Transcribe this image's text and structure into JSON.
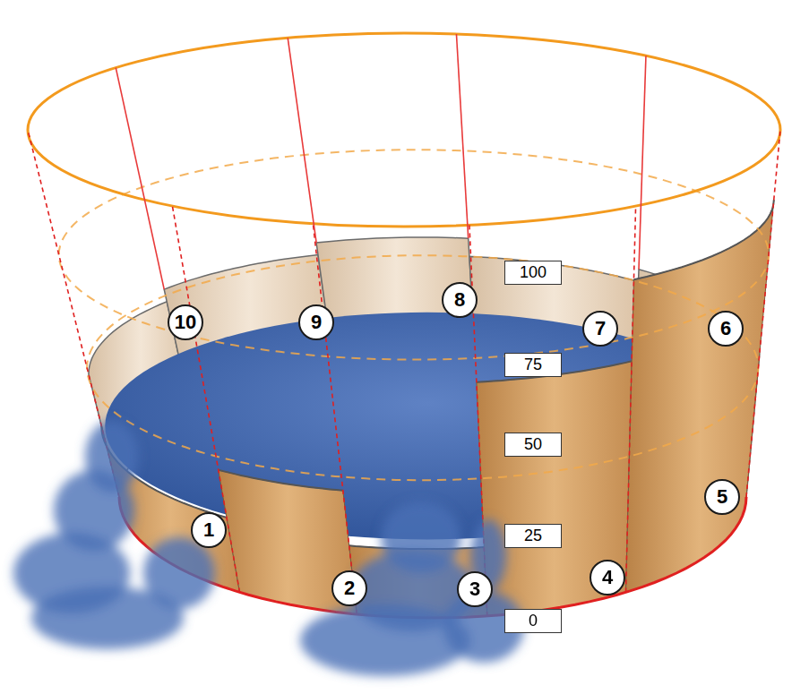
{
  "diagram": {
    "nodes": [
      {
        "text": [
          "100"
        ]
      },
      {
        "text": [
          "8"
        ]
      },
      {
        "text": [
          "10"
        ]
      },
      {
        "text": [
          "9"
        ]
      },
      {
        "text": [
          "7"
        ]
      },
      {
        "text": [
          "6"
        ]
      },
      {
        "text": [
          "75"
        ]
      },
      {
        "text": [
          "50"
        ]
      },
      {
        "text": [
          "5"
        ]
      },
      {
        "text": [
          "1"
        ]
      },
      {
        "text": [
          "25"
        ]
      },
      {
        "text": [
          "2"
        ]
      },
      {
        "text": [
          "3"
        ]
      },
      {
        "text": [
          "4"
        ]
      },
      {
        "text": [
          "0"
        ]
      }
    ]
  }
}
